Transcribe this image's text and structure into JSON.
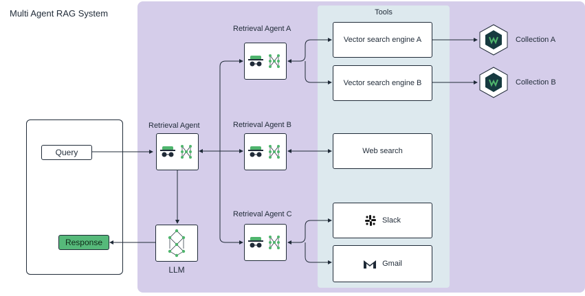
{
  "title": "Multi Agent RAG System",
  "tools_title": "Tools",
  "client": {
    "query": "Query",
    "response": "Response"
  },
  "agents": {
    "main": "Retrieval Agent",
    "a": "Retrieval Agent A",
    "b": "Retrieval Agent B",
    "c": "Retrieval Agent C"
  },
  "llm": "LLM",
  "tools": {
    "vector_a": "Vector search engine A",
    "vector_b": "Vector search engine B",
    "web": "Web search",
    "slack": "Slack",
    "gmail": "Gmail"
  },
  "collections": {
    "a": "Collection A",
    "b": "Collection B"
  },
  "colors": {
    "region": "#d5cdea",
    "tools_panel": "#dde9ee",
    "response": "#56b97a",
    "agent_icon": "#4fb56d",
    "collection_icon": "#163a3f"
  },
  "icons": [
    "incognito-agent-icon",
    "neural-network-icon",
    "collection-hex-icon",
    "slack-icon",
    "gmail-icon"
  ]
}
